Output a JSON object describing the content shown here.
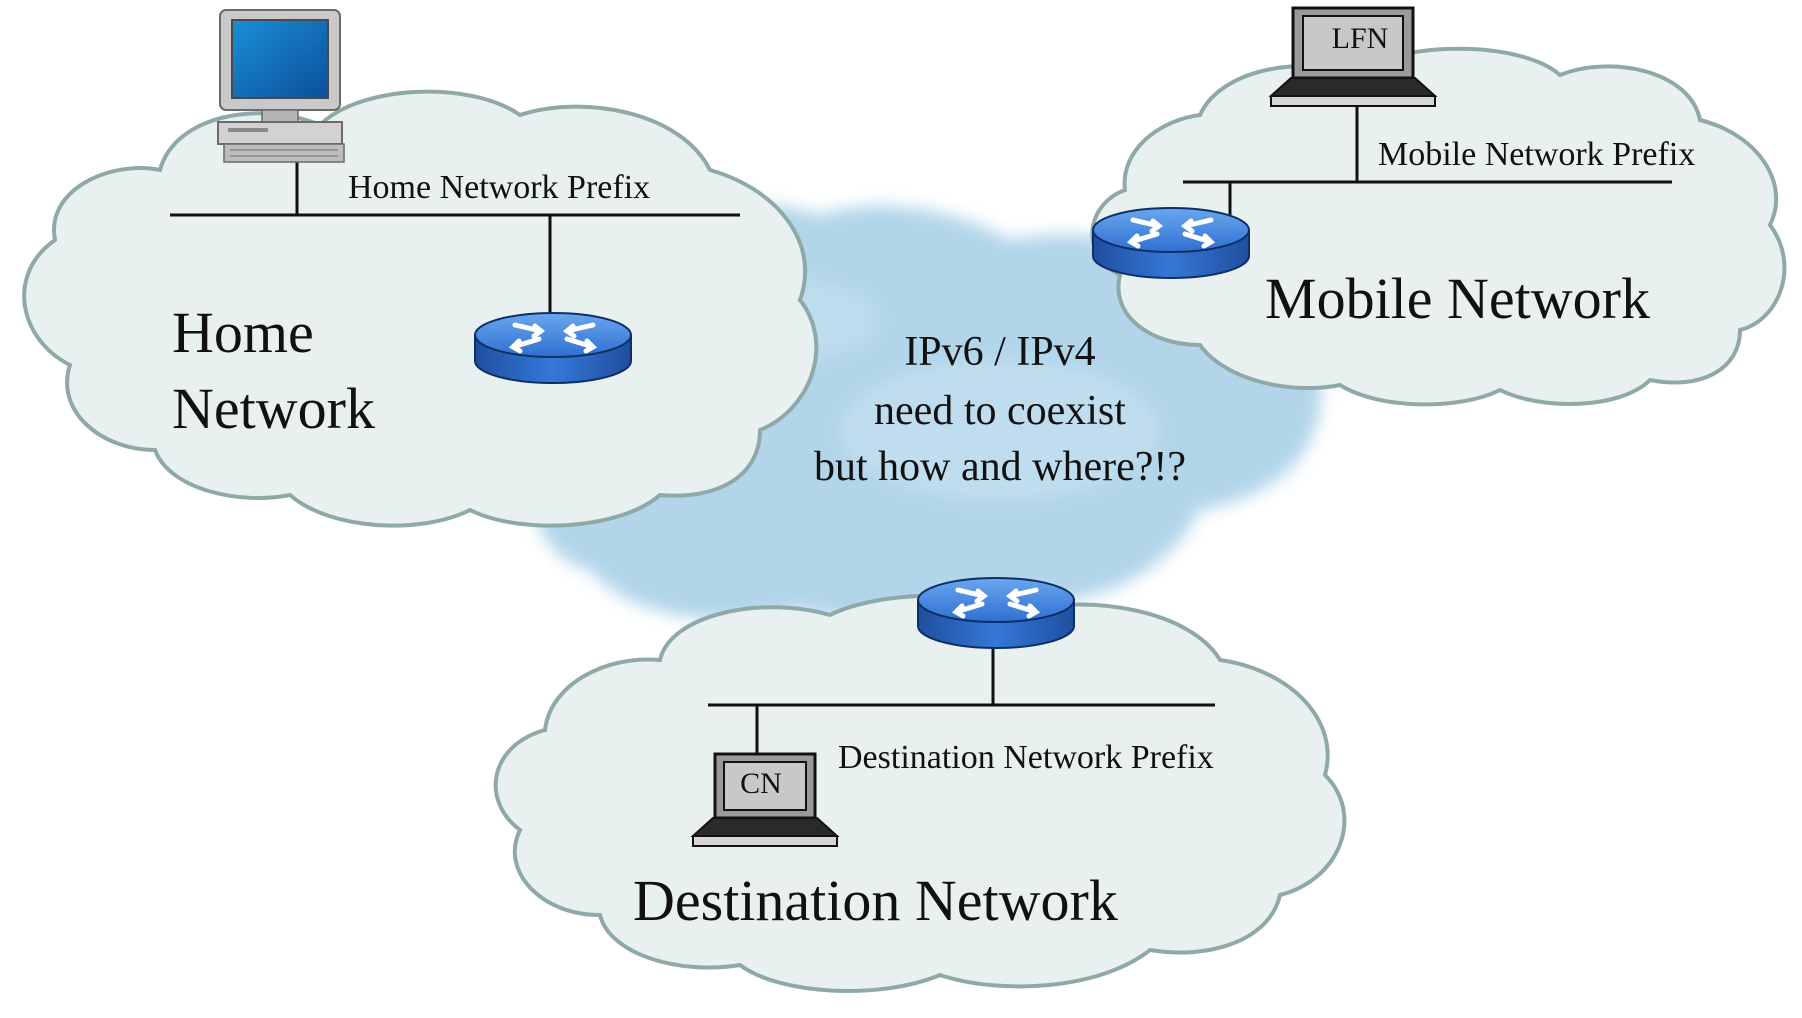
{
  "colors": {
    "cloud_fill": "#e9f0f0",
    "cloud_stroke": "#8fa9a9",
    "internet_fill": "#aed3e9",
    "router_blue": "#3b82e0",
    "line": "#111111"
  },
  "internet": {
    "line1": "IPv6 / IPv4",
    "line2": "need to coexist",
    "line3": "but how and where?!?"
  },
  "home": {
    "title_line1": "Home",
    "title_line2": "Network",
    "prefix": "Home Network Prefix",
    "device_icon": "desktop-computer-icon",
    "router_icon": "router-icon"
  },
  "mobile": {
    "title": "Mobile Network",
    "prefix": "Mobile Network Prefix",
    "laptop_label": "LFN",
    "router_icon": "router-icon"
  },
  "destination": {
    "title": "Destination Network",
    "prefix": "Destination Network Prefix",
    "laptop_label": "CN",
    "router_icon": "router-icon"
  }
}
